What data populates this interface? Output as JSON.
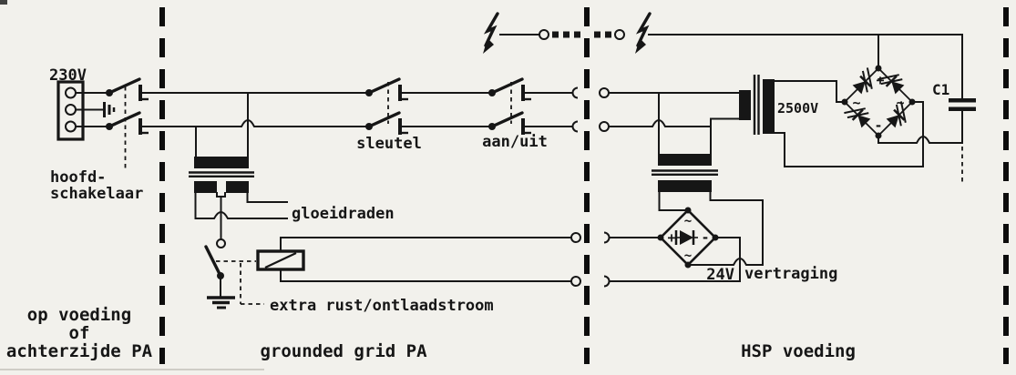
{
  "diagram_type": "circuit-schematic",
  "labels": {
    "mains_voltage": "230V",
    "main_switch_line1": "hoofd-",
    "main_switch_line2": "schakelaar",
    "key_switch": "sleutel",
    "on_off_switch": "aan/uit",
    "filaments": "gloeidraden",
    "extra_current": "extra rust/ontlaadstroom",
    "hv_winding": "2500V",
    "capacitor": "C1",
    "delay_voltage": "24V",
    "delay_word": "vertraging",
    "plus": "+",
    "minus": "-",
    "ac_wave": "~"
  },
  "sections": {
    "left_caption_line1": "op voeding",
    "left_caption_line2": "of",
    "left_caption_line3": "achterzijde PA",
    "middle_caption": "grounded grid PA",
    "right_caption": "HSP voeding"
  },
  "colors": {
    "ink": "#161616",
    "paper": "#f2f1ec"
  }
}
